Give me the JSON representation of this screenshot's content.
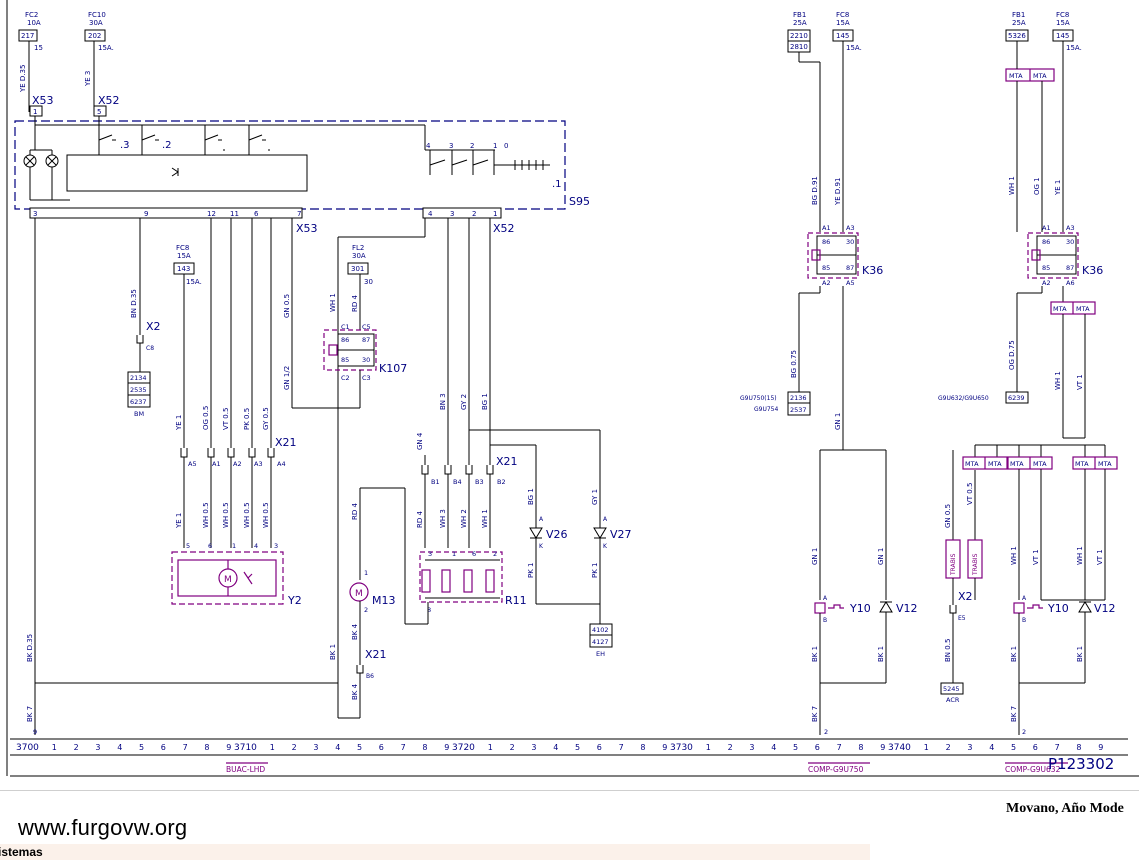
{
  "fuses": [
    {
      "id": "fc2",
      "name": "FC2",
      "rating": "10A",
      "circuit": "217",
      "out": "15"
    },
    {
      "id": "fc10",
      "name": "FC10",
      "rating": "30A",
      "circuit": "202",
      "out": "15A."
    },
    {
      "id": "fc8a",
      "name": "FC8",
      "rating": "15A",
      "circuit": "143",
      "out": "15A."
    },
    {
      "id": "fl2",
      "name": "FL2",
      "rating": "30A",
      "circuit": "301",
      "out": "30"
    },
    {
      "id": "fb1a",
      "name": "FB1",
      "rating": "25A",
      "circuit": "2210",
      "circuit2": "2810"
    },
    {
      "id": "fc8b",
      "name": "FC8",
      "rating": "15A",
      "circuit": "145",
      "out": "15A."
    },
    {
      "id": "fb1b",
      "name": "FB1",
      "rating": "25A",
      "circuit": "5326"
    },
    {
      "id": "fc8c",
      "name": "FC8",
      "rating": "15A",
      "circuit": "145",
      "out": "15A."
    }
  ],
  "components": {
    "s95": "S95",
    "x53": "X53",
    "x52": "X52",
    "x2": "X2",
    "x21": "X21",
    "y2": "Y2",
    "m13": "M13",
    "r11": "R11",
    "v26": "V26",
    "v27": "V27",
    "k107": "K107",
    "k36": "K36",
    "y10": "Y10",
    "v12": "V12",
    "mta": "MTA",
    "trabis": "TRABIS"
  },
  "switch_positions": [
    ".3",
    ".2",
    ".1",
    "4",
    "3",
    "2",
    "1",
    "0"
  ],
  "connector_pins": {
    "x53_top": "1",
    "x52_top": "5",
    "x53_bottom": [
      "3",
      "9",
      "12",
      "11",
      "6",
      "7"
    ],
    "x52_bottom": [
      "4",
      "3",
      "2",
      "1"
    ],
    "x21_left": [
      "A5",
      "A1",
      "A2",
      "A3",
      "A4"
    ],
    "x21_right": [
      "B1",
      "B4",
      "B3",
      "B2"
    ],
    "y2": [
      "5",
      "6",
      "1",
      "4",
      "3"
    ],
    "r11": [
      "3",
      "1",
      "6",
      "2",
      "8"
    ],
    "k107": [
      "C1",
      "C5",
      "86",
      "87",
      "85",
      "30",
      "C2",
      "C3"
    ],
    "k36": [
      "A1",
      "A3",
      "86",
      "30",
      "85",
      "87",
      "A2",
      "A5",
      "A6"
    ],
    "m13": [
      "1",
      "2"
    ],
    "diode": [
      "A",
      "K",
      "B"
    ],
    "x2_pin": "C8",
    "x2b_pin": "E5",
    "x21_bottom": "B6"
  },
  "wires": {
    "ye_d35": "YE D.35",
    "ye_3": "YE 3",
    "bn_d35": "BN D.35",
    "gn_05": "GN 0.5",
    "gn_1": "GN 1",
    "gn_2": "GN 1/2",
    "wh_1": "WH 1",
    "rd_4": "RD 4",
    "ye_1": "YE 1",
    "og_05": "OG 0.5",
    "vt_05": "VT 0.5",
    "pk_05": "PK 0.5",
    "gy_05": "GY 0.5",
    "wh_05": "WH 0.5",
    "bn_3": "BN 3",
    "gy_2": "GY 2",
    "bg_1": "BG 1",
    "gn_4": "GN 4",
    "wh_3": "WH 3",
    "wh_2": "WH 2",
    "pk_1": "PK 1",
    "gy_1": "GY 1",
    "bk_1": "BK 1",
    "bk_4": "BK 4",
    "bk_7": "BK 7",
    "bk_d35": "BK D.35",
    "bg_075": "BG 0.75",
    "bg_d91": "BG D.91",
    "ye_d91": "YE D.91",
    "og_1": "OG 1",
    "og_075": "OG D.75",
    "vt_1": "VT 1",
    "bn_05": "BN 0.5"
  },
  "ground_boxes": [
    {
      "id": "bm",
      "codes": [
        "2134",
        "2535",
        "6237"
      ],
      "label": "BM"
    },
    {
      "id": "eh",
      "codes": [
        "4102",
        "4127"
      ],
      "label": "EH"
    },
    {
      "id": "g9u750",
      "codes": [
        "2136",
        "2537"
      ],
      "label": "G9U750(15)",
      "label2": "G9U754"
    },
    {
      "id": "g9u632",
      "codes": [
        "6239"
      ],
      "label": "G9U632/G9U650"
    },
    {
      "id": "acr",
      "codes": [
        "5245"
      ],
      "label": "ACR"
    }
  ],
  "ruler": {
    "sections": [
      "3700",
      "3710",
      "3720",
      "3730",
      "3740"
    ],
    "digits": [
      "1",
      "2",
      "3",
      "4",
      "5",
      "6",
      "7",
      "8",
      "9"
    ],
    "tags": [
      "BUAC-LHD",
      "COMP-G9U750",
      "COMP-G9U632"
    ]
  },
  "diagram_number": "P123302",
  "footer": {
    "site": "www.furgovw.org",
    "model": "Movano, Año Mode",
    "section": "istemas"
  },
  "colors": {
    "wire": "#000000",
    "label": "#000080",
    "component": "#800080",
    "strip": "#fbf1ea"
  }
}
